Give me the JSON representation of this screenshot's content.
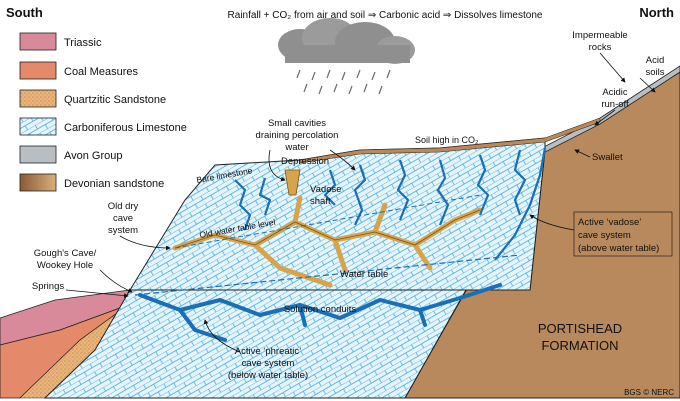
{
  "header": {
    "south": "South",
    "north": "North",
    "process": "Rainfall + CO₂ from air and soil ⇒ Carbonic acid ⇒ Dissolves limestone"
  },
  "legend": [
    {
      "label": "Triassic",
      "color": "#d98a9a"
    },
    {
      "label": "Coal Measures",
      "color": "#e48a6a"
    },
    {
      "label": "Quartzitic Sandstone",
      "color": "#e9b37a"
    },
    {
      "label": "Carboniferous Limestone",
      "color": "#e6f4fb"
    },
    {
      "label": "Avon Group",
      "color": "#b9bec2"
    },
    {
      "label": "Devonian sandstone",
      "color": "#b07a4e"
    }
  ],
  "labels": {
    "impermeable_rocks": [
      "Impermeable",
      "rocks"
    ],
    "acid_soils": [
      "Acid",
      "soils"
    ],
    "acidic_runoff": [
      "Acidic",
      "run-off"
    ],
    "swallet": "Swallet",
    "small_cavities": [
      "Small cavities",
      "draining percolation",
      "water"
    ],
    "depression": "Depression",
    "soil_high": "Soil high in CO₂",
    "bare_limestone": "Bare limestone",
    "vadose_shaft": [
      "Vadose",
      "shaft"
    ],
    "old_water_table": "Old  water  table  level",
    "old_dry_cave": [
      "Old dry",
      "cave",
      "system"
    ],
    "goughs_cave": [
      "Gough's Cave/",
      "Wookey Hole"
    ],
    "springs": "Springs",
    "water_table": "Water table",
    "solution_conduits": "Solution conduits",
    "active_phreatic": [
      "Active ‘phreatic’",
      "cave system",
      "(below water table)"
    ],
    "active_vadose": [
      "Active ‘vadose’",
      "cave system",
      "(above water table)"
    ],
    "portishead": [
      "PORTISHEAD",
      "FORMATION"
    ],
    "credit": "BGS © NERC"
  },
  "colors": {
    "limestone": "#e6f4fb",
    "limestone_pattern": "#3aa7dd",
    "conduit": "#1b6fb5",
    "dry_cave": "#d6a54a",
    "portishead": "#b8895c",
    "avon": "#b9bec2",
    "triassic": "#d98a9a",
    "coal": "#e48a6a",
    "cloud": "#8f8f8f",
    "rain": "#6a6a6a"
  }
}
